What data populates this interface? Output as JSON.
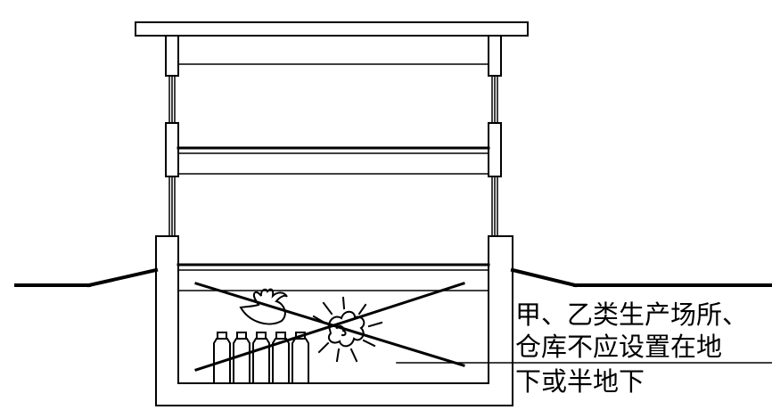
{
  "annotation": {
    "lines": [
      "甲、乙类生产场所、",
      "仓库不应设置在地",
      "下或半地下"
    ]
  },
  "colors": {
    "stroke": "#000000",
    "background": "#ffffff"
  },
  "icons": [
    "fire-icon",
    "explosion-icon",
    "gas-cylinder-icon",
    "prohibition-cross-icon"
  ]
}
